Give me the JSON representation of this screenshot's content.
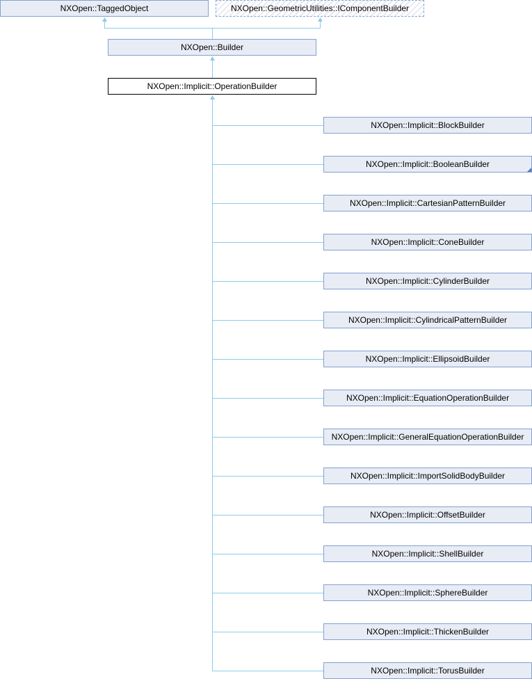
{
  "diagram": {
    "bases": [
      "NXOpen::TaggedObject",
      "NXOpen::GeometricUtilities::IComponentBuilder"
    ],
    "parent": "NXOpen::Builder",
    "current": "NXOpen::Implicit::OperationBuilder",
    "children": [
      {
        "label": "NXOpen::Implicit::BlockBuilder"
      },
      {
        "label": "NXOpen::Implicit::BooleanBuilder",
        "has_more": true
      },
      {
        "label": "NXOpen::Implicit::CartesianPatternBuilder"
      },
      {
        "label": "NXOpen::Implicit::ConeBuilder"
      },
      {
        "label": "NXOpen::Implicit::CylinderBuilder"
      },
      {
        "label": "NXOpen::Implicit::CylindricalPatternBuilder"
      },
      {
        "label": "NXOpen::Implicit::EllipsoidBuilder"
      },
      {
        "label": "NXOpen::Implicit::EquationOperationBuilder"
      },
      {
        "label": "NXOpen::Implicit::GeneralEquationOperationBuilder"
      },
      {
        "label": "NXOpen::Implicit::ImportSolidBodyBuilder"
      },
      {
        "label": "NXOpen::Implicit::OffsetBuilder"
      },
      {
        "label": "NXOpen::Implicit::ShellBuilder"
      },
      {
        "label": "NXOpen::Implicit::SphereBuilder"
      },
      {
        "label": "NXOpen::Implicit::ThickenBuilder"
      },
      {
        "label": "NXOpen::Implicit::TorusBuilder"
      }
    ],
    "colors": {
      "edge": "#8ccbe8",
      "box_fill": "#e8ecf5",
      "box_border": "#84a0cf"
    }
  }
}
